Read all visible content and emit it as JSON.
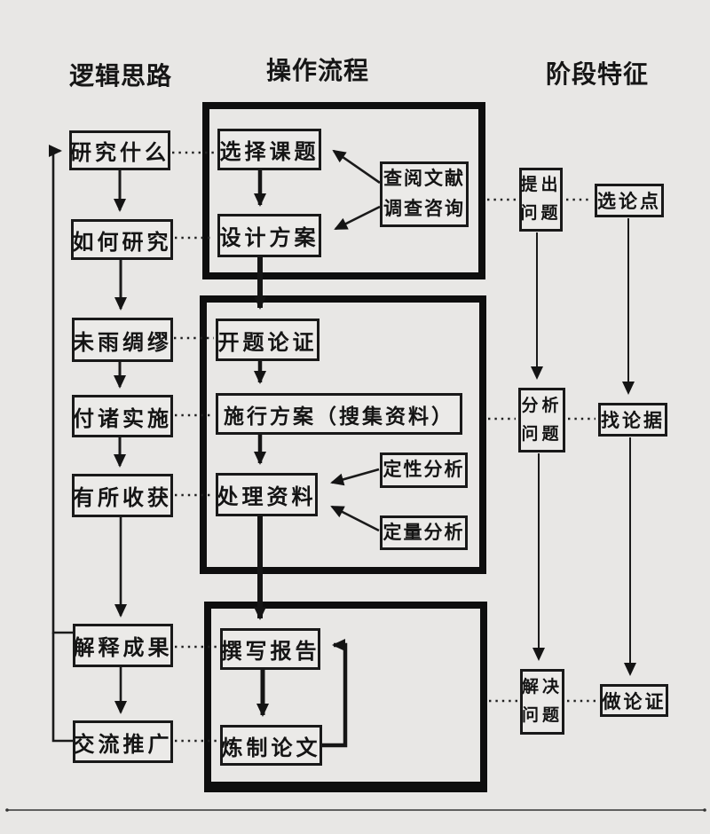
{
  "palette": {
    "background": "#e8e7e5",
    "box_fill": "#ebeae8",
    "ink": "#191919",
    "heavy_border": "#0e0e0e"
  },
  "headers": {
    "logic": "逻辑思路",
    "process": "操作流程",
    "stage": "阶段特征"
  },
  "logic_column": {
    "research_what": "研究什么",
    "how_to_research": "如何研究",
    "prepare_ahead": "未雨绸缪",
    "put_into_practice": "付诸实施",
    "gain_results": "有所收获",
    "interpret_results": "解释成果",
    "communicate_promote": "交流推广"
  },
  "process_column": {
    "select_topic": "选择课题",
    "design_plan": "设计方案",
    "consult_literature": {
      "lines": [
        "查阅文献",
        "调查咨询"
      ]
    },
    "proposal_defense": "开题论证",
    "execute_plan": "施行方案（搜集资料）",
    "process_data": "处理资料",
    "qualitative_analysis": "定性分析",
    "quantitative_analysis": "定量分析",
    "write_report": "撰写报告",
    "refine_paper": "炼制论文"
  },
  "stage_column": {
    "raise_problem": {
      "lines": [
        "提出",
        "问题"
      ]
    },
    "analyze_problem": {
      "lines": [
        "分析",
        "问题"
      ]
    },
    "solve_problem": {
      "lines": [
        "解决",
        "问题"
      ]
    },
    "choose_thesis": "选论点",
    "find_evidence": "找论据",
    "make_argument": "做论证"
  }
}
